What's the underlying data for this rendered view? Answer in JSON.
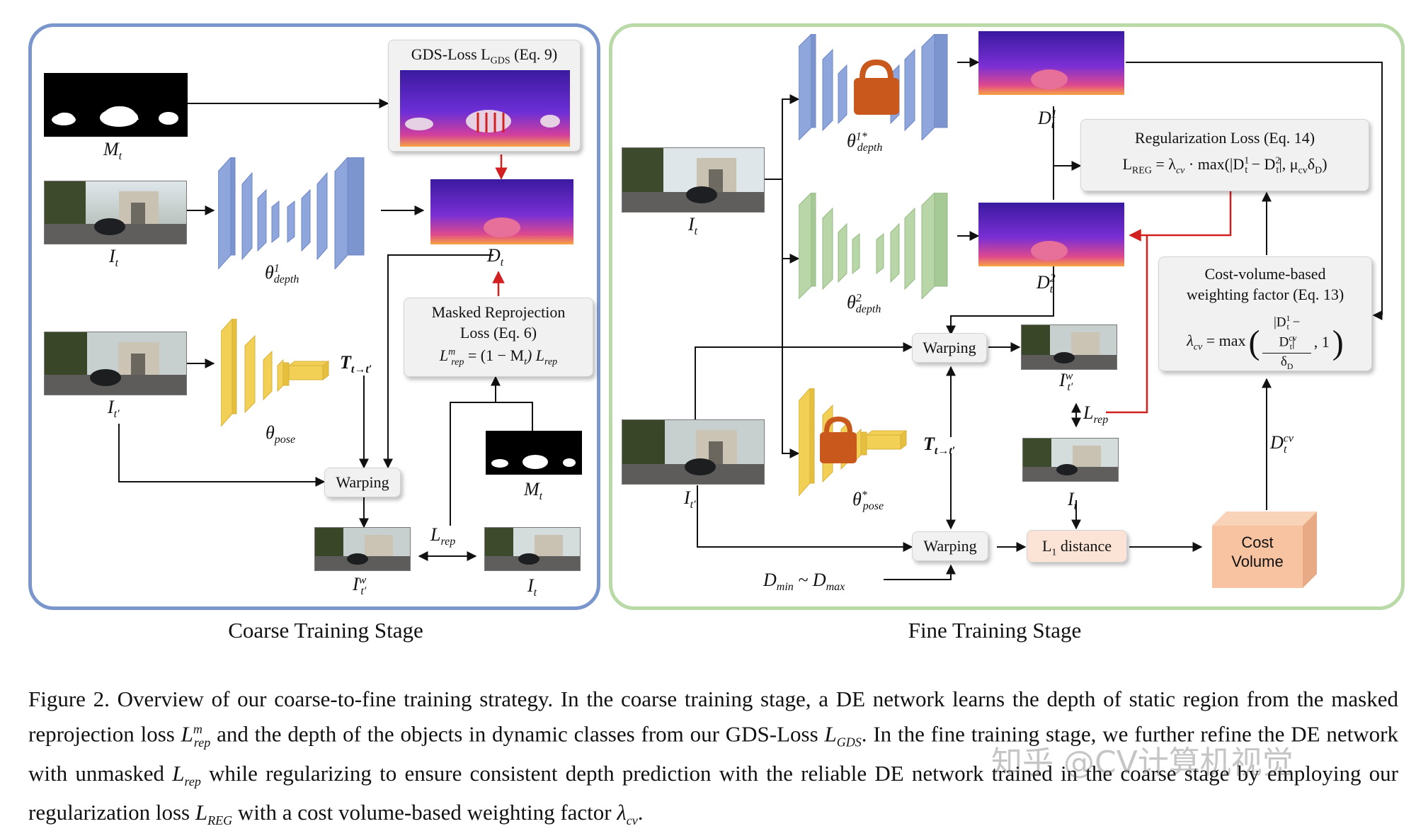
{
  "stages": {
    "coarse_title": "Coarse Training Stage",
    "fine_title": "Fine Training Stage",
    "coarse_border_color": "#7b96cc",
    "fine_border_color": "#b9d9a6"
  },
  "coarse": {
    "mask_label": "M",
    "mask_sub": "t",
    "image_t_label": "I",
    "image_t_sub": "t",
    "image_tp_label": "I",
    "image_tp_sub": "t′",
    "depth_net_label": "θ",
    "depth_net_sup": "1",
    "depth_net_sub": "depth",
    "pose_net_label": "θ",
    "pose_net_sub": "pose",
    "depth_out_label": "D",
    "depth_out_sub": "t",
    "transform_label": "T",
    "transform_sub": "t→t′",
    "gds_title": "GDS-Loss L",
    "gds_title_sub": "GDS",
    "gds_title_suffix": " (Eq. 9)",
    "masked_loss_line1": "Masked Reprojection",
    "masked_loss_line2": "Loss (Eq. 6)",
    "masked_loss_formula": "L",
    "masked_loss_formula_sup": "m",
    "masked_loss_formula_sub": "rep",
    "masked_loss_formula_rest": " = (1 − M",
    "masked_loss_formula_rest_sub": "t",
    "masked_loss_formula_tail": ") L",
    "masked_loss_formula_tail_sub": "rep",
    "warping_label": "Warping",
    "warped_label": "I",
    "warped_sup": "w",
    "warped_sub": "t′",
    "target_label": "I",
    "target_sub": "t",
    "lrep_label": "L",
    "lrep_sub": "rep",
    "mask2_label": "M",
    "mask2_sub": "t"
  },
  "fine": {
    "image_t_label": "I",
    "image_t_sub": "t",
    "image_tp_label": "I",
    "image_tp_sub": "t′",
    "depth_net1_label": "θ",
    "depth_net1_sup": "1*",
    "depth_net1_sub": "depth",
    "depth_net2_label": "θ",
    "depth_net2_sup": "2",
    "depth_net2_sub": "depth",
    "pose_net_label": "θ",
    "pose_net_sup": "*",
    "pose_net_sub": "pose",
    "d1_label": "D",
    "d1_sup": "1",
    "d1_sub": "t",
    "d2_label": "D",
    "d2_sup": "2",
    "d2_sub": "t",
    "reg_title": "Regularization Loss (Eq. 14)",
    "reg_formula": "L",
    "reg_formula_sub": "REG",
    "reg_formula_rest": " = λ",
    "reg_formula_rest_sub": "cv",
    "reg_formula_tail": " · max(|D",
    "reg_formula_tail_sup": "1",
    "reg_formula_tail_sub": "t",
    "reg_formula_tail2": " − D",
    "reg_formula_tail2_sup": "2",
    "reg_formula_tail2_sub": "t",
    "reg_formula_tail3": "|, μ",
    "reg_formula_tail3_sub": "cv",
    "reg_formula_tail4": "δ",
    "reg_formula_tail4_sub": "D",
    "reg_formula_end": ")",
    "cv_title_line1": "Cost-volume-based",
    "cv_title_line2": "weighting factor (Eq. 13)",
    "cv_formula_lhs": "λ",
    "cv_formula_lhs_sub": "cv",
    "cv_formula_eq": " = max",
    "cv_formula_num": "|D",
    "cv_formula_num_sup": "1",
    "cv_formula_num_sub": "t",
    "cv_formula_num2": " − D",
    "cv_formula_num2_sup": "cv",
    "cv_formula_num2_sub": "t",
    "cv_formula_num3": "|",
    "cv_formula_den": "δ",
    "cv_formula_den_sub": "D",
    "cv_formula_tail": ", 1",
    "warping1_label": "Warping",
    "warping2_label": "Warping",
    "warped_label": "I",
    "warped_sup": "w",
    "warped_sub": "t′",
    "lrep_label": "L",
    "lrep_sub": "rep",
    "target_label": "I",
    "target_sub": "t",
    "transform_label": "T",
    "transform_sub": "t→t′",
    "l1_label": "L",
    "l1_sub": "1",
    "l1_suffix": " distance",
    "cost_volume_line1": "Cost",
    "cost_volume_line2": "Volume",
    "dcv_label": "D",
    "dcv_sup": "cv",
    "dcv_sub": "t",
    "dminmax_label": "D",
    "dminmax_sub": "min",
    "dminmax_mid": " ~ D",
    "dminmax_sub2": "max"
  },
  "caption": {
    "lead": "Figure 2. Overview of our coarse-to-fine training strategy. In the coarse training stage, a DE network learns the depth of static region from the masked reprojection loss ",
    "l1": "L",
    "l1_sup": "m",
    "l1_sub": "rep",
    "mid1": " and the depth of the objects in dynamic classes from our GDS-Loss ",
    "l2": "L",
    "l2_sub": "GDS",
    "mid2": ". In the fine training stage, we further refine the DE network with unmasked ",
    "l3": "L",
    "l3_sub": "rep",
    "mid3": " while regularizing to ensure consistent depth prediction with the reliable DE network trained in the coarse stage by employing our regularization loss ",
    "l4": "L",
    "l4_sub": "REG",
    "mid4": " with a cost volume-based weighting factor ",
    "l5": "λ",
    "l5_sub": "cv",
    "end": "."
  },
  "watermark": "知乎 @CV计算机视觉",
  "colors": {
    "depth_net": "#8fa6dc",
    "depth_net2": "#b8d6a8",
    "pose_net": "#f2cf55",
    "lock": "#c9581c",
    "cost_volume": "#f7c3a0",
    "loss_arrow": "#d21f1f"
  }
}
